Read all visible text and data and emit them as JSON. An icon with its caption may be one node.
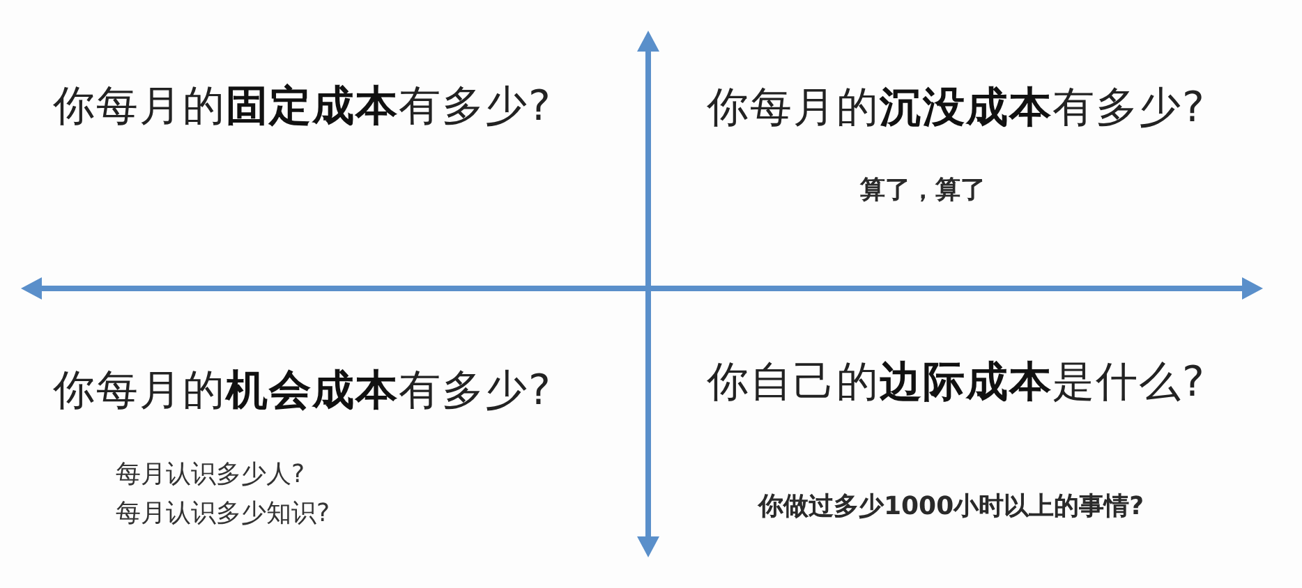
{
  "diagram": {
    "labels": [
      "你每月的**固定成本**有多少?",
      "你每月的**沉没成本**有多少?",
      "算了，算了",
      "你每月的**机会成本**有多少?",
      "每月认识多少人?",
      "每月认识多少知识?",
      "你自己的**边际成本**是什么?",
      "你做过多少1000小时以上的事情?"
    ]
  }
}
